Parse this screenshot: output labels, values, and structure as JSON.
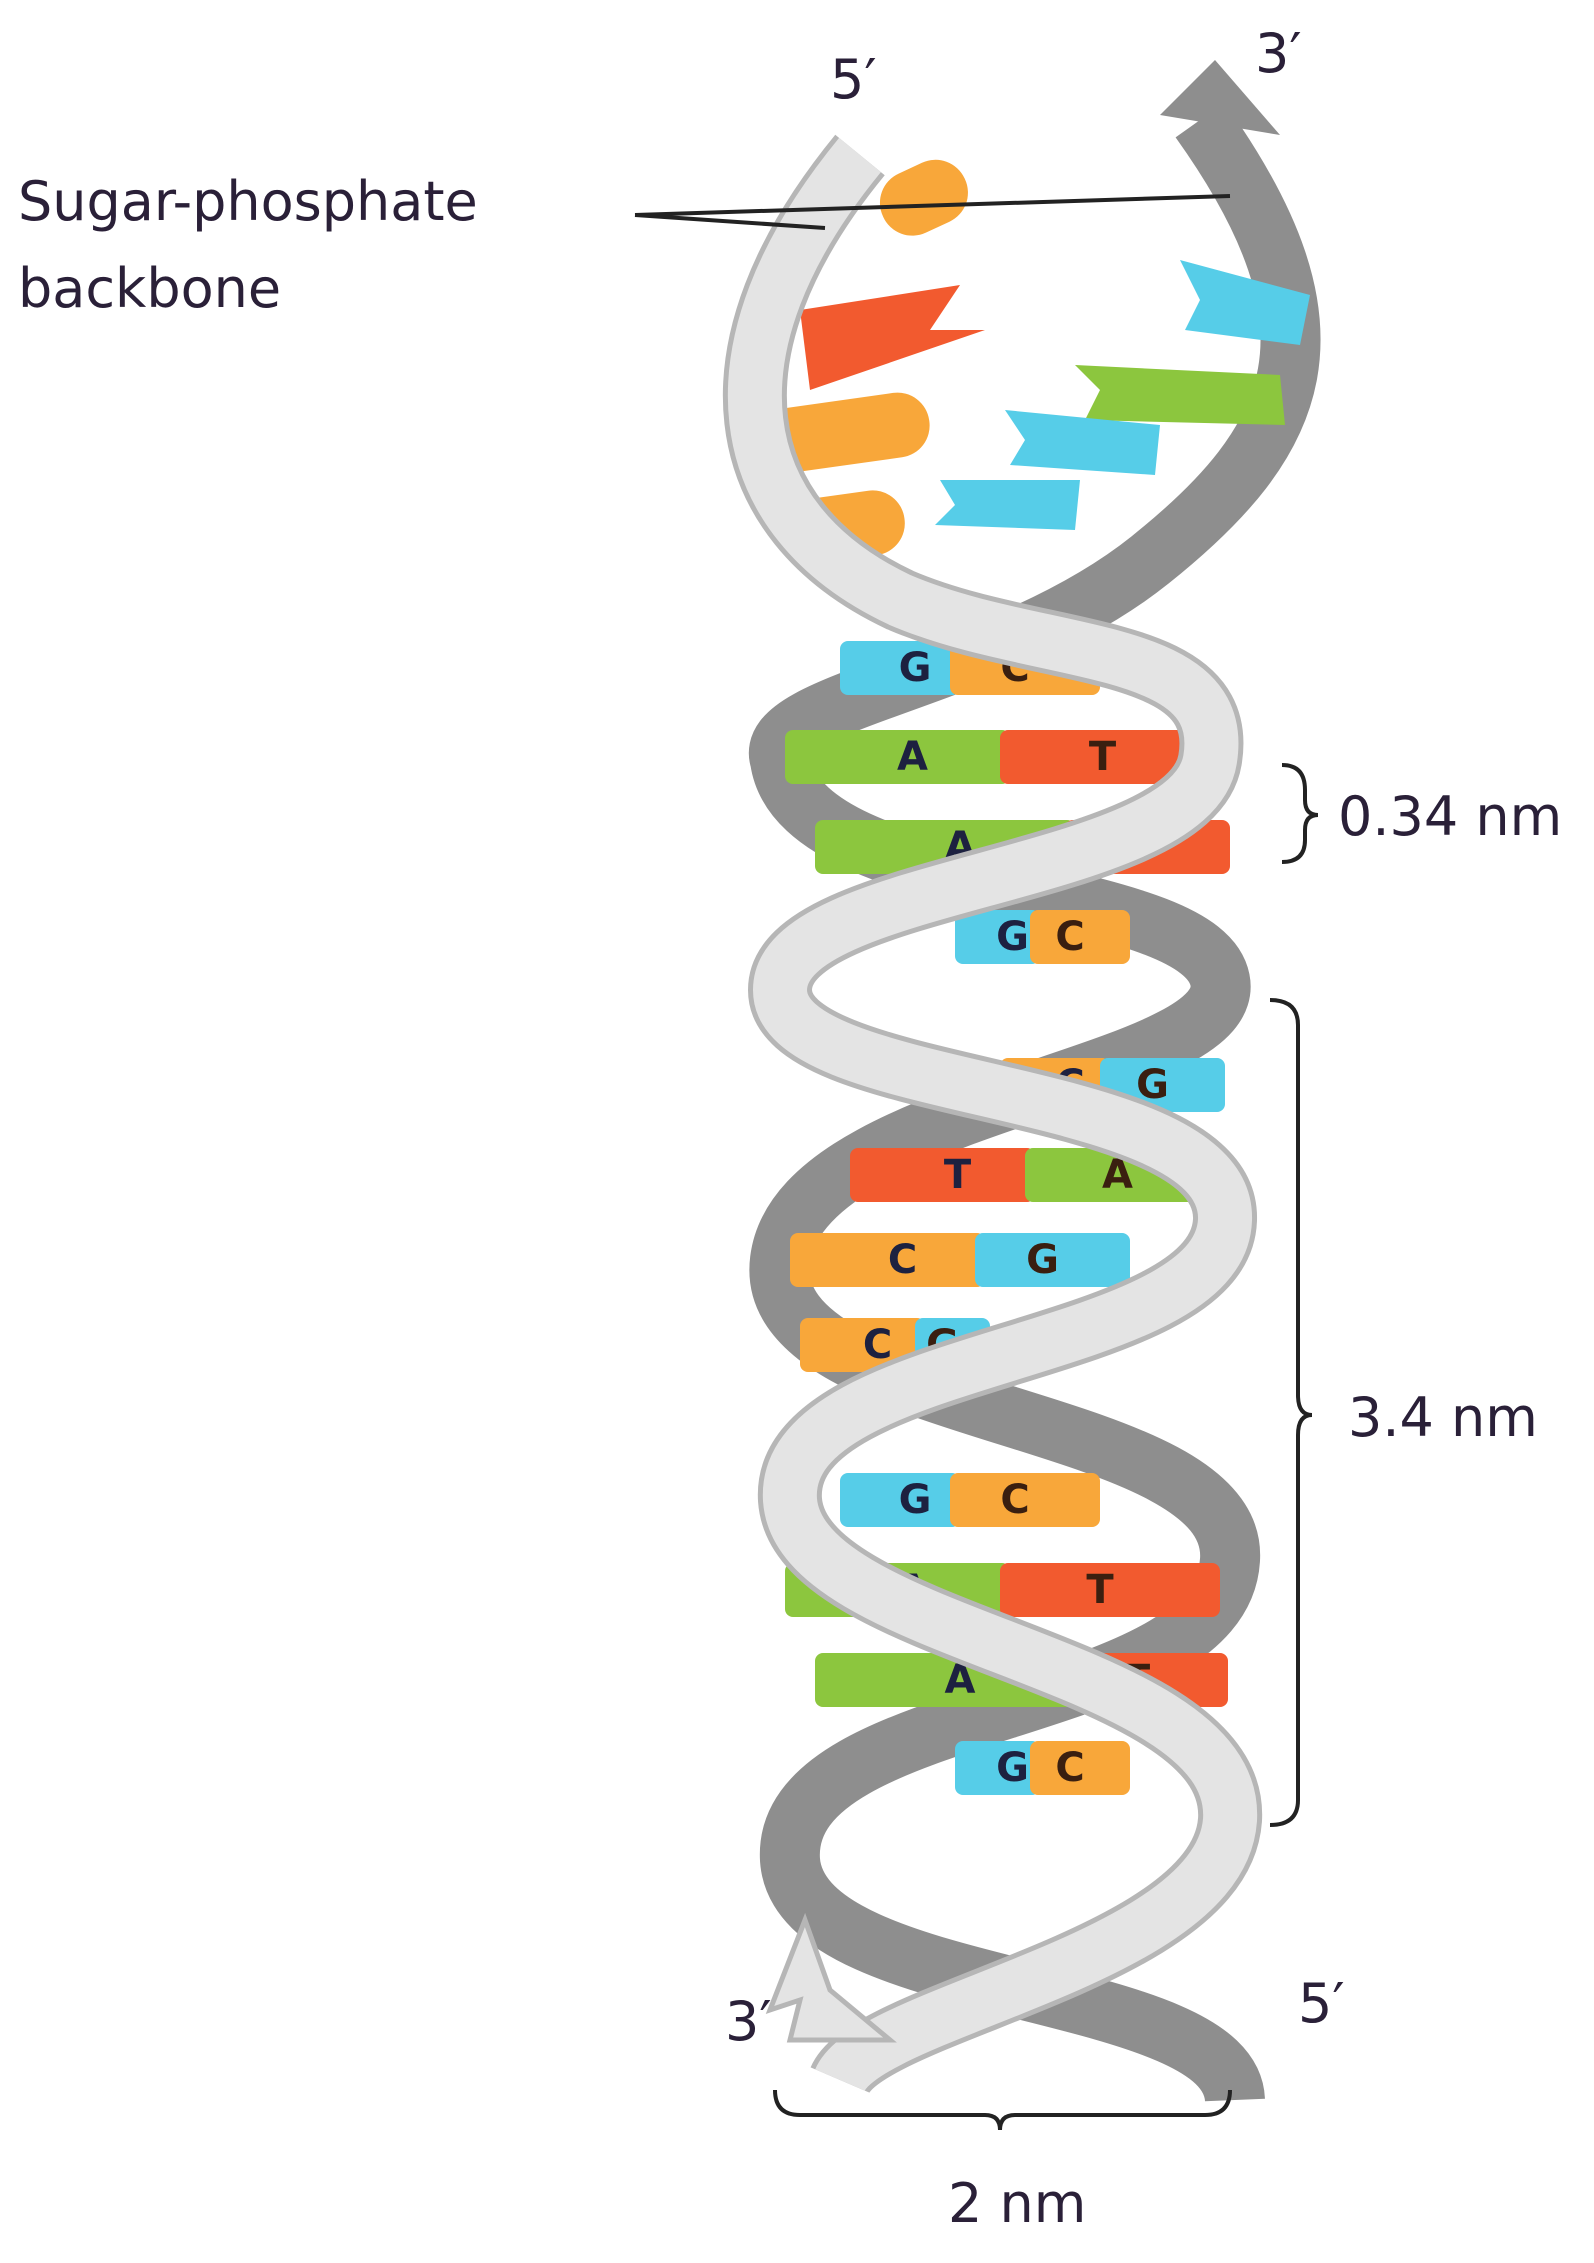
{
  "labels": {
    "backbone_line1": "Sugar-phosphate",
    "backbone_line2": "backbone",
    "top_left_end": "5′",
    "top_right_end": "3′",
    "bottom_left_end": "3′",
    "bottom_right_end": "5′",
    "rise_per_base": "0.34 nm",
    "pitch": "3.4 nm",
    "diameter": "2 nm"
  },
  "base_pairs": [
    {
      "left": "G",
      "right": "C"
    },
    {
      "left": "A",
      "right": "T"
    },
    {
      "left": "A",
      "right": "T"
    },
    {
      "left": "G",
      "right": "C"
    },
    {
      "left": "C",
      "right": "G"
    },
    {
      "left": "T",
      "right": "A"
    },
    {
      "left": "C",
      "right": "G"
    },
    {
      "left": "C",
      "right": "G"
    },
    {
      "left": "G",
      "right": "C"
    },
    {
      "left": "A",
      "right": "T"
    },
    {
      "left": "A",
      "right": "T"
    },
    {
      "left": "G",
      "right": "C"
    }
  ],
  "colors": {
    "A": "#8cc63e",
    "T": "#f25a2f",
    "G": "#56cde8",
    "C": "#f8a73a",
    "strand_dark": "#8e8e8e",
    "strand_light": "#e4e4e4",
    "strand_outline": "#b6b6b6"
  }
}
